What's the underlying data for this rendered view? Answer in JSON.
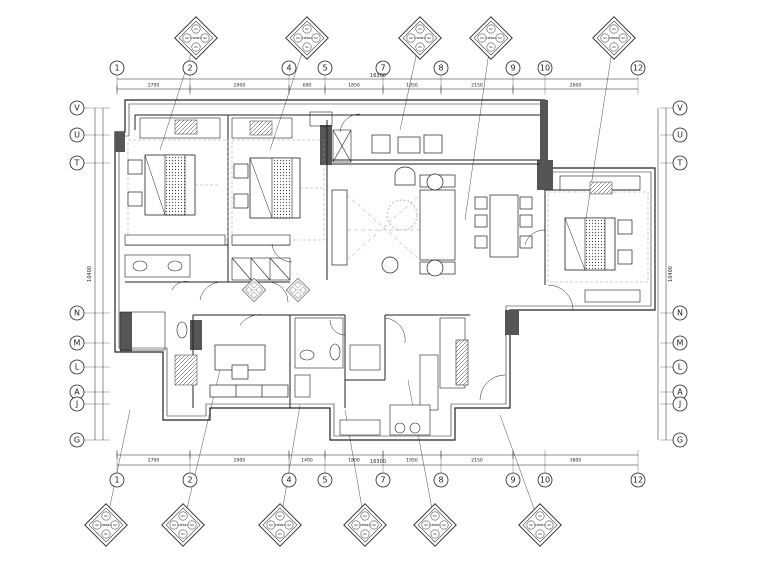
{
  "grid": {
    "cols_top": [
      "1",
      "2",
      "4",
      "5",
      "7",
      "8",
      "9",
      "10",
      "12"
    ],
    "cols_bottom": [
      "1",
      "2",
      "4",
      "5",
      "7",
      "8",
      "9",
      "10",
      "12"
    ],
    "rows_left": [
      "V",
      "U",
      "T",
      "N",
      "M",
      "L",
      "A",
      "J",
      "G"
    ],
    "rows_right": [
      "V",
      "U",
      "T",
      "N",
      "M",
      "L",
      "A",
      "J",
      "G"
    ]
  },
  "dimensions": {
    "total_top": "16300",
    "total_bottom": "16300",
    "top_segments": [
      "2700",
      "2900",
      "600",
      "1850",
      "1950",
      "2150",
      "2600"
    ],
    "bottom_segments": [
      "2700",
      "2900",
      "1400",
      "1800",
      "1950",
      "2150",
      "3800"
    ],
    "left_total": "10400",
    "right_total": "10400"
  },
  "detail_tag": {
    "top_left": "01",
    "top_right": "01",
    "left": "02",
    "right": "02",
    "center": "IT-41",
    "bottom": "01"
  },
  "colors": {
    "line": "#222222",
    "wall_fill": "#555555",
    "dash": "#999999"
  },
  "icons": [
    "detail-callout-icon",
    "grid-bubble-icon",
    "bed-icon",
    "sofa-icon",
    "dining-table-icon",
    "door-swing-icon",
    "plant-icon",
    "wash-basin-icon",
    "toilet-icon",
    "stove-icon"
  ]
}
